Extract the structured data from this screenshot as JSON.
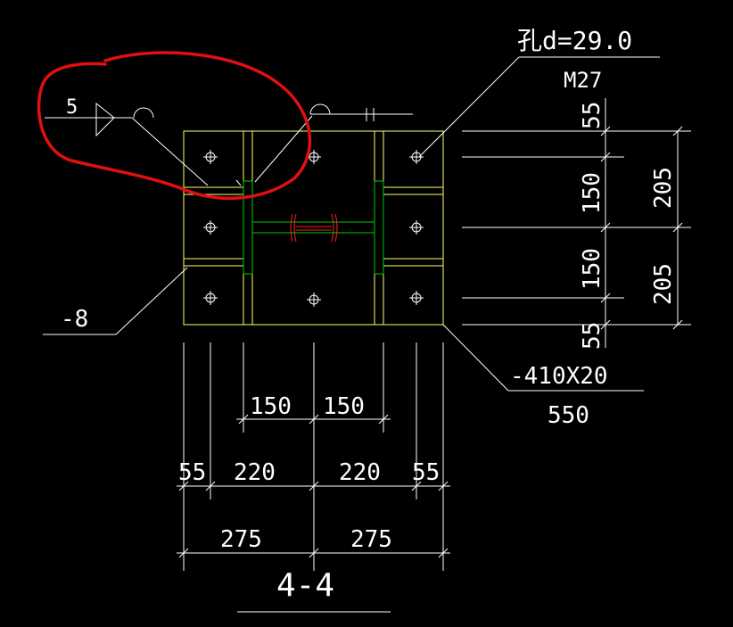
{
  "drawing": {
    "section_label": "4-4",
    "colors": {
      "background": "#000000",
      "dimension": "#ffffff",
      "plate": "#ffff66",
      "stiffener": "#00cc00",
      "beam": "#ff2020",
      "markup": "#e01010"
    },
    "annotations": {
      "hole_label": "孔d=29.0",
      "bolt_label": "M27",
      "weld_size": "5",
      "small_plate": "-8",
      "base_plate": "-410X20",
      "base_plate_length": "550"
    },
    "dimensions_right": [
      "55",
      "150",
      "150",
      "55"
    ],
    "dimensions_right_outer": [
      "205",
      "205"
    ],
    "dimensions_bottom_1": [
      "150",
      "150"
    ],
    "dimensions_bottom_2": [
      "55",
      "220",
      "220",
      "55"
    ],
    "dimensions_bottom_3": [
      "275",
      "275"
    ]
  }
}
